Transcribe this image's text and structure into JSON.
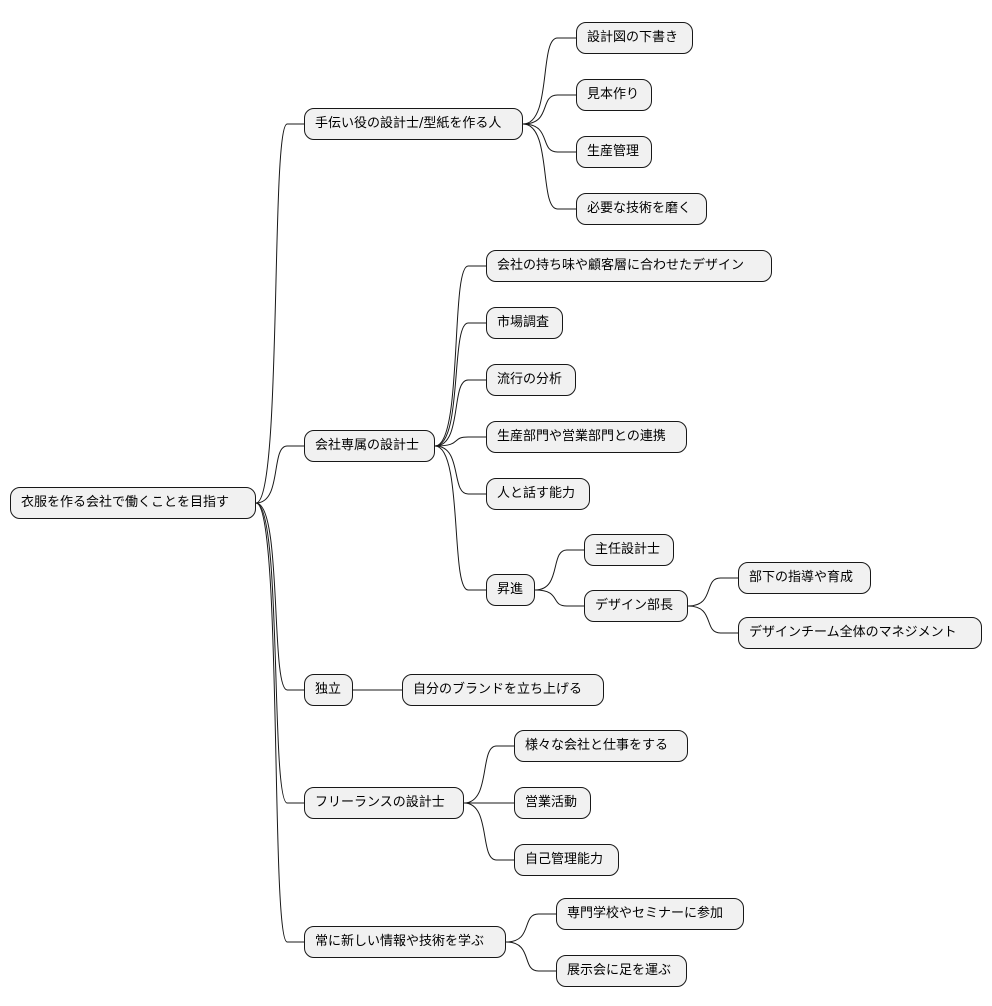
{
  "mindmap": {
    "root": "衣服を作る会社で働くことを目指す",
    "branches": [
      {
        "label": "手伝い役の設計士/型紙を作る人",
        "children": [
          "設計図の下書き",
          "見本作り",
          "生産管理",
          "必要な技術を磨く"
        ]
      },
      {
        "label": "会社専属の設計士",
        "children": [
          "会社の持ち味や顧客層に合わせたデザイン",
          "市場調査",
          "流行の分析",
          "生産部門や営業部門との連携",
          "人と話す能力"
        ],
        "promotion": {
          "label": "昇進",
          "children": [
            "主任設計士"
          ],
          "head": {
            "label": "デザイン部長",
            "children": [
              "部下の指導や育成",
              "デザインチーム全体のマネジメント"
            ]
          }
        }
      },
      {
        "label": "独立",
        "children": [
          "自分のブランドを立ち上げる"
        ]
      },
      {
        "label": "フリーランスの設計士",
        "children": [
          "様々な会社と仕事をする",
          "営業活動",
          "自己管理能力"
        ]
      },
      {
        "label": "常に新しい情報や技術を学ぶ",
        "children": [
          "専門学校やセミナーに参加",
          "展示会に足を運ぶ"
        ]
      }
    ]
  }
}
